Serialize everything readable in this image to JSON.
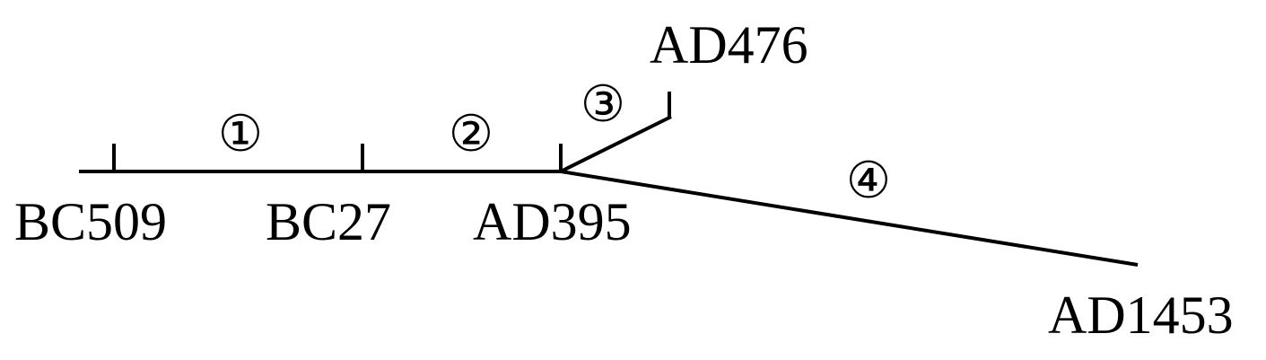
{
  "timeline": {
    "labels": {
      "start": "BC509",
      "second": "BC27",
      "split": "AD395",
      "west_end": "AD476",
      "east_end": "AD1453"
    },
    "periods": [
      "①",
      "②",
      "③",
      "④"
    ]
  }
}
